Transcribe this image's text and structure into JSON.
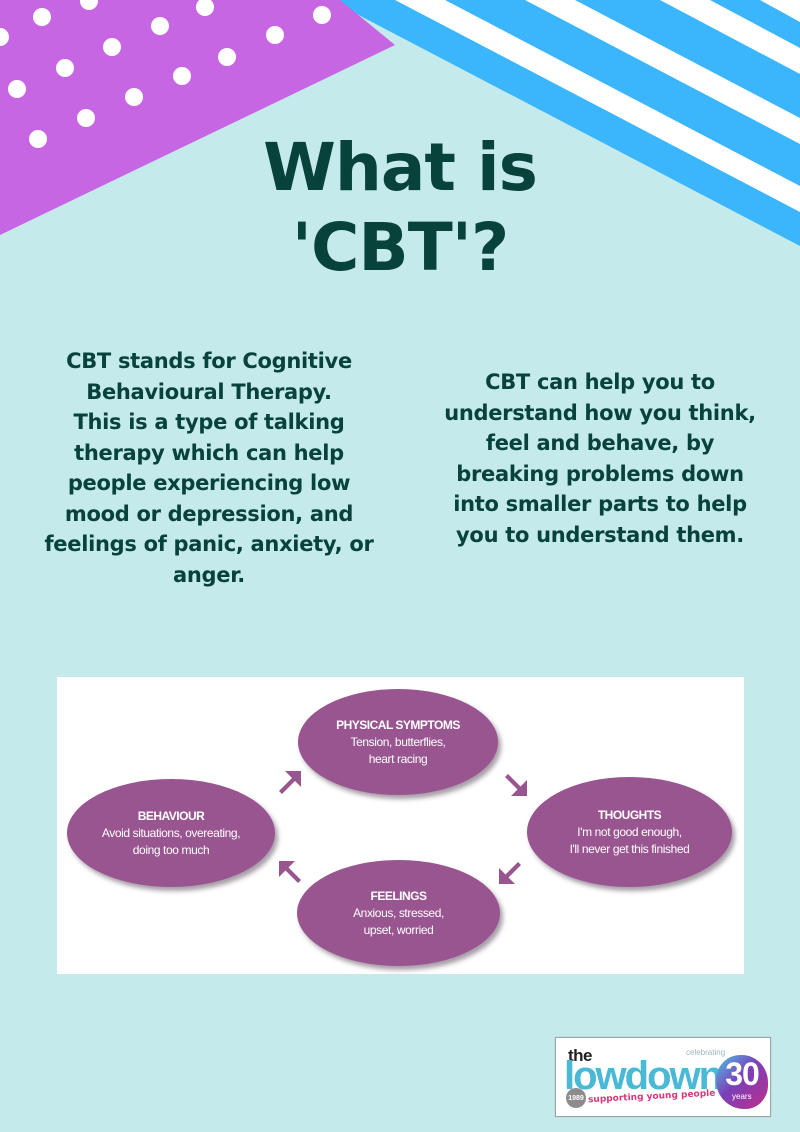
{
  "poster": {
    "title_line1": "What is",
    "title_line2": "'CBT'?",
    "paragraph_left": "CBT stands for Cognitive Behavioural Therapy. This is a type of talking therapy which can help people experiencing low mood or depression, and feelings of panic, anxiety, or anger.",
    "paragraph_left_lines": [
      "CBT stands for Cognitive",
      "Behavioural Therapy.",
      "This is a type of talking",
      "therapy which can help",
      "people experiencing low",
      "mood or depression, and",
      "feelings of panic, anxiety, or",
      "anger."
    ],
    "paragraph_right_lines": [
      "CBT can help you to",
      "understand how you think,",
      "feel and behave, by",
      "breaking problems down",
      "into smaller parts to help",
      "you to understand them."
    ]
  },
  "diagram": {
    "nodes": [
      {
        "id": "physical",
        "heading": "PHYSICAL SYMPTOMS",
        "line1": "Tension, butterflies,",
        "line2": "heart racing"
      },
      {
        "id": "thoughts",
        "heading": "THOUGHTS",
        "line1": "I'm not good enough,",
        "line2": "I'll never get this finished"
      },
      {
        "id": "feelings",
        "heading": "FEELINGS",
        "line1": "Anxious, stressed,",
        "line2": "upset, worried"
      },
      {
        "id": "behaviour",
        "heading": "BEHAVIOUR",
        "line1": "Avoid situations, overeating,",
        "line2": "doing too much"
      }
    ],
    "arrows": [
      {
        "from": "behaviour",
        "to": "physical",
        "icon": "arrow-up-right-icon"
      },
      {
        "from": "physical",
        "to": "thoughts",
        "icon": "arrow-down-right-icon"
      },
      {
        "from": "thoughts",
        "to": "feelings",
        "icon": "arrow-down-left-icon"
      },
      {
        "from": "feelings",
        "to": "behaviour",
        "icon": "arrow-up-left-icon"
      }
    ]
  },
  "logo": {
    "the": "the",
    "name": "lowdown",
    "tagline": "supporting young people",
    "since": "1989",
    "celebrating": "celebrating",
    "number": "30",
    "years": "years"
  },
  "colors": {
    "background": "#c4eaeb",
    "purple_shape": "#c766e2",
    "blue_stripes": "#3bb5fb",
    "title_text": "#07433a",
    "ellipse_fill": "#985590",
    "arrow_fill": "#985590"
  }
}
